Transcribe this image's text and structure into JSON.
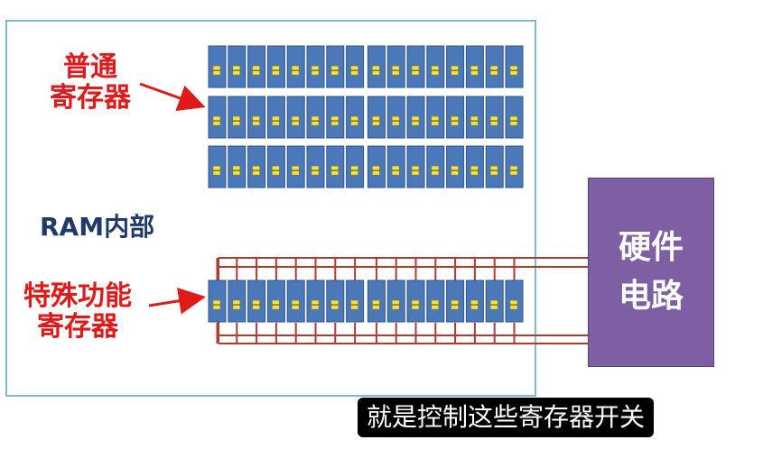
{
  "labels": {
    "general_line1": "普通",
    "general_line2": "寄存器",
    "ram_inside": "RAM内部",
    "special_line1": "特殊功能",
    "special_line2": "寄存器",
    "hardware_line1": "硬件",
    "hardware_line2": "电路"
  },
  "caption": "就是控制这些寄存器开关",
  "colors": {
    "red_label": "#e01a1a",
    "ram_label": "#1f3a68",
    "hardware_box": "#7f5fa3",
    "register_fill": "#4a78b8",
    "register_indicator": "#f3e24a",
    "wire": "#b23a2e",
    "ram_border": "#7dbcc6"
  },
  "registers": {
    "general_rows": 3,
    "per_row": 16,
    "special_per_row": 16
  }
}
